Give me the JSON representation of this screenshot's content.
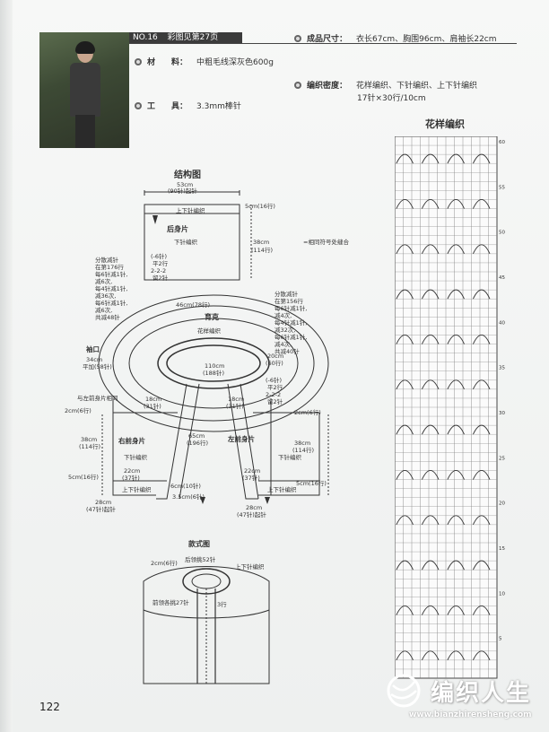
{
  "header": {
    "pattern_no": "NO.16",
    "color_ref": "彩图见第27页"
  },
  "specs": {
    "material_label": "材　　料：",
    "material_value": "中粗毛线深灰色600g",
    "tools_label": "工　　具：",
    "tools_value": "3.3mm棒针",
    "size_label": "成品尺寸：",
    "size_value": "衣长67cm、胸围96cm、肩袖长22cm",
    "gauge_label": "编织密度：",
    "gauge_value_1": "花样编织、下针编织、上下针编织",
    "gauge_value_2": "17针×30行/10cm"
  },
  "titles": {
    "chart": "花样编织",
    "structure": "结构图",
    "style": "款式图"
  },
  "page_number": "122",
  "watermark": {
    "brand": "编织人生",
    "url": "www.bianzhirensheng.com"
  },
  "diagram_labels": {
    "back_width": "53cm",
    "back_width_sts": "(90针)起针",
    "back_border": "上下针编织",
    "back_piece": "后身片",
    "back_stitch": "下针编织",
    "back_top": "5cm(16行)",
    "back_height": "38cm",
    "back_height_rows": "(114行)",
    "seam_note": "=相同符号处缝合",
    "sleeve_left": "分散减针",
    "sleeve_left_2": "在第176行",
    "sleeve_left_3": "每6针减1针,",
    "sleeve_left_4": "减6次,",
    "sleeve_left_5": "每4针减1针,",
    "sleeve_left_6": "减36次,",
    "sleeve_left_7": "每6针减1针,",
    "sleeve_left_8": "减6次,",
    "sleeve_left_9": "共减48针",
    "dec_a": "(-6针)",
    "dec_b": "平2行",
    "dec_c": "2-2-2",
    "dec_d": "留2针",
    "yoke_outer": "46cm(78行)",
    "yoke": "育克",
    "yoke_pattern": "花样编织",
    "inner_circle": "110cm",
    "inner_circle_sts": "(188针)",
    "armhole": "袖口",
    "armhole_w": "34cm",
    "armhole_rows": "平加(58针)",
    "yoke_right": "20cm",
    "yoke_right_rows": "(60行)",
    "sleeve_right": "分散减针",
    "sleeve_right_2": "在第156行",
    "sleeve_right_3": "每6针减1针,",
    "sleeve_right_4": "减4次,",
    "sleeve_right_5": "每4针减1针,",
    "sleeve_right_6": "减32次,",
    "sleeve_right_7": "每6针减1针,",
    "sleeve_right_8": "减4次,",
    "sleeve_right_9": "共减40针",
    "join_note": "与左前身片相同",
    "front_top": "2cm(6行)",
    "front_w_l": "18cm",
    "front_w_l_sts": "(31针)",
    "front_w_r": "18cm",
    "front_w_r_sts": "(31针)",
    "right_front": "右前身片",
    "left_front": "左前身片",
    "front_stitch_r": "下针编织",
    "front_stitch_l": "下针编织",
    "front_h_l": "38cm",
    "front_h_l_rows": "(114行)",
    "front_h_r": "38cm",
    "front_h_r_rows": "(114行)",
    "band_h": "65cm",
    "band_h_rows": "(196行)",
    "hem_l": "5cm(16行)",
    "hem_r": "5cm(16行)",
    "inner_w_l": "22cm",
    "inner_w_l_sts": "(37针)",
    "inner_w_r": "22cm",
    "inner_w_r_sts": "(37针)",
    "band_border_l": "上下针编织",
    "band_border_r": "上下针编织",
    "band_w": "6cm(10针)",
    "band_w2": "3.5cm(6针)",
    "bottom_w_l": "28cm",
    "bottom_w_l_sts": "(47针)起针",
    "bottom_w_r": "28cm",
    "bottom_w_r_sts": "(47针)起针",
    "dec_e": "(-6针)",
    "dec_f": "平2行",
    "dec_g": "2-2-2",
    "dec_h": "留2针",
    "front_top_r": "2cm(6行)",
    "style_collar": "2cm(6行)",
    "style_back": "后领挑52针",
    "style_border": "上下针编织",
    "style_front": "前领各挑27针",
    "style_rows": "3行"
  },
  "chart_axis": [
    "60",
    "55",
    "50",
    "45",
    "40",
    "35",
    "30",
    "25",
    "20",
    "15",
    "10",
    "5"
  ]
}
